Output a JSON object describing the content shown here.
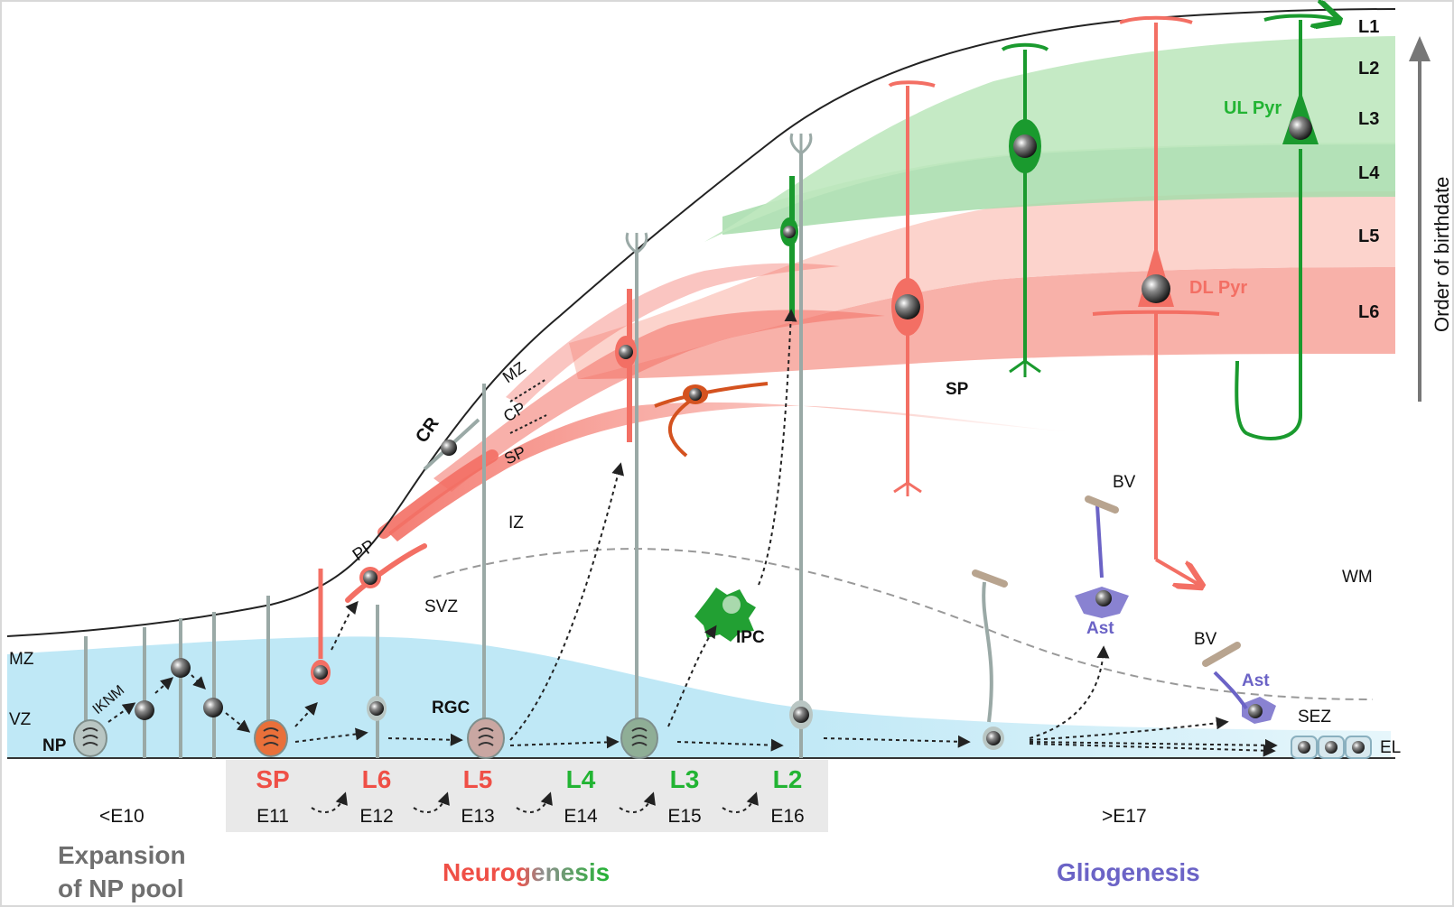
{
  "colors": {
    "dl_red": "#f36f64",
    "dl_pink": "#f8a89c",
    "ul_green": "#1a9a2e",
    "ul_light": "#b9e6b7",
    "glia_blue": "#6b63c6",
    "vz_blue": "#bfe8f6",
    "np_gray": "#8a9a98",
    "l_red": "#ef4f46",
    "l_green": "#22b433",
    "gray_text": "#6f6f6f"
  },
  "layers": [
    "L1",
    "L2",
    "L3",
    "L4",
    "L5",
    "L6"
  ],
  "arrow_label": "Order of birthdate",
  "zones": {
    "mz_left": "MZ",
    "vz": "VZ",
    "np": "NP",
    "iknm": "IKNM",
    "pp": "PP",
    "cr": "CR",
    "mz": "MZ",
    "cp": "CP",
    "sp": "SP",
    "iz": "IZ",
    "svz": "SVZ",
    "rgc": "RGC",
    "ipc": "IPC",
    "sp_upper": "SP",
    "wm": "WM",
    "bv1": "BV",
    "bv2": "BV",
    "ast1": "Ast",
    "ast2": "Ast",
    "sez": "SEZ",
    "el": "EL",
    "ul_pyr": "UL Pyr",
    "dl_pyr": "DL Pyr"
  },
  "timeline": {
    "start": "<E10",
    "stages": [
      {
        "label": "SP",
        "day": "E11",
        "color": "red"
      },
      {
        "label": "L6",
        "day": "E12",
        "color": "red"
      },
      {
        "label": "L5",
        "day": "E13",
        "color": "red"
      },
      {
        "label": "L4",
        "day": "E14",
        "color": "green"
      },
      {
        "label": "L3",
        "day": "E15",
        "color": "green"
      },
      {
        "label": "L2",
        "day": "E16",
        "color": "green"
      }
    ],
    "end": ">E17"
  },
  "phases": {
    "expansion_line1": "Expansion",
    "expansion_line2": "of NP pool",
    "neurogenesis": "Neurogenesis",
    "gliogenesis": "Gliogenesis"
  }
}
